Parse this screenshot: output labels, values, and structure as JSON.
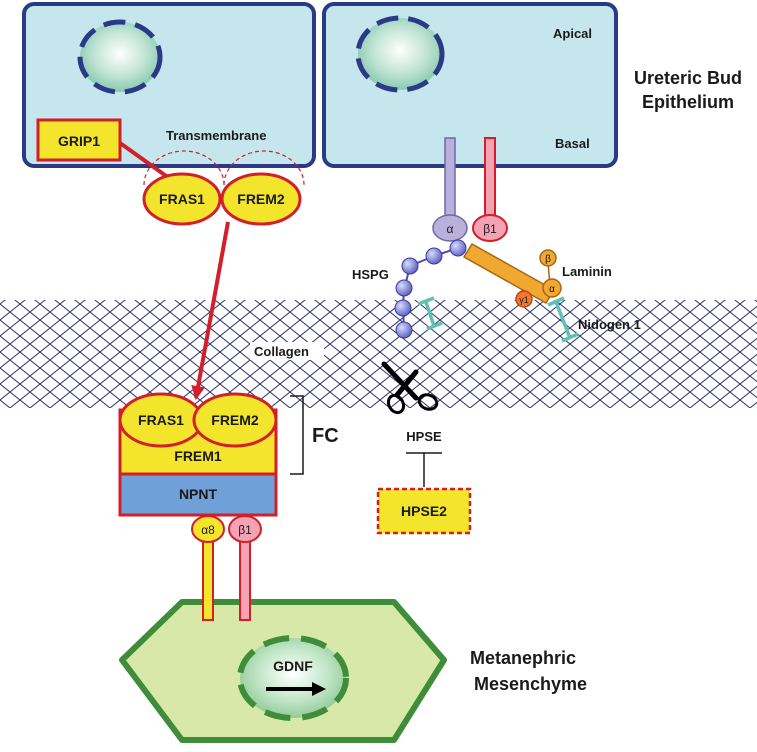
{
  "labels": {
    "apical": "Apical",
    "basal": "Basal",
    "ureteric_bud": "Ureteric Bud",
    "epithelium": "Epithelium",
    "transmembrane": "Transmembrane",
    "collagen": "Collagen",
    "hspg": "HSPG",
    "laminin": "Laminin",
    "nidogen": "Nidogen 1",
    "hpse": "HPSE",
    "hpse2": "HPSE2",
    "fc": "FC",
    "metanephric": "Metanephric",
    "mesenchyme": "Mesenchyme"
  },
  "proteins": {
    "grip1": "GRIP1",
    "fras1": "FRAS1",
    "frem2": "FREM2",
    "frem1": "FREM1",
    "npnt": "NPNT",
    "gdnf": "GDNF"
  },
  "integrins": {
    "alpha": "α",
    "beta1": "β1",
    "alpha8": "α8"
  },
  "laminin_chains": {
    "beta": "β",
    "alpha": "α",
    "gamma1": "γ1"
  },
  "colors": {
    "cell_border": "#2b3a86",
    "cell_fill": "#c6e6ee",
    "yellow": "#f3e52c",
    "red": "#d21f2a",
    "blue_box": "#6fa0d8",
    "integrin_purple": "#b9b0dc",
    "integrin_pink": "#f4a3b4",
    "laminin_orange": "#f0a830",
    "hspg_bead": "#6f72c8",
    "nidogen_teal": "#5fc0b4",
    "mesenchyme_fill": "#d8e8a8",
    "mesenchyme_border": "#3f8c3a",
    "collagen_mesh": "#2a2f66"
  }
}
